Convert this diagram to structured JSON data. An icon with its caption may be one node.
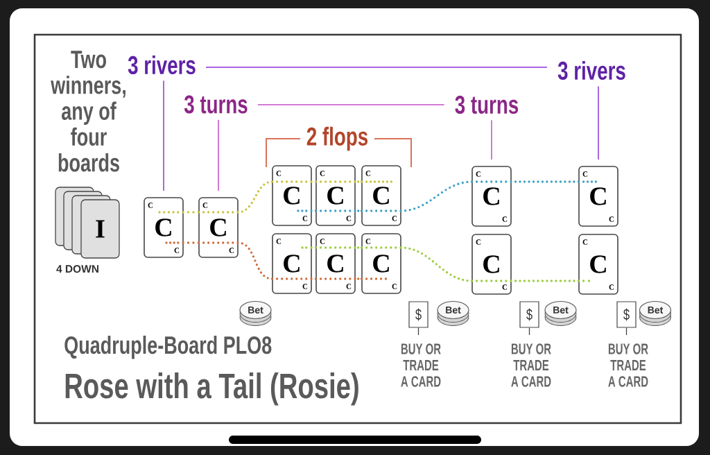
{
  "diagram": {
    "title": "Rose with a Tail (Rosie)",
    "nodes": [
      {
        "text": [
          "3 rivers"
        ]
      },
      {
        "text": [
          "3 rivers"
        ]
      },
      {
        "text": [
          "3 turns"
        ]
      },
      {
        "text": [
          "3 turns"
        ]
      },
      {
        "text": [
          "I"
        ],
        "beside": [
          "4 DOWN"
        ]
      },
      {
        "text": [
          "C",
          "C",
          "C"
        ]
      },
      {
        "text": [
          "C",
          "C",
          "C"
        ]
      },
      {
        "text": [
          "C",
          "C",
          "C"
        ]
      },
      {
        "text": [
          "C",
          "C",
          "C"
        ]
      },
      {
        "text": [
          "C",
          "C",
          "C"
        ]
      },
      {
        "text": [
          "C",
          "C",
          "C"
        ]
      },
      {
        "text": [
          "C",
          "C",
          "C"
        ]
      },
      {
        "text": [
          "C",
          "C",
          "C"
        ]
      },
      {
        "text": [
          "C",
          "C",
          "C"
        ]
      },
      {
        "text": [
          "C",
          "C",
          "C"
        ]
      },
      {
        "text": [
          "C",
          "C",
          "C"
        ]
      },
      {
        "text": [
          "C",
          "C",
          "C"
        ]
      },
      {
        "text": [
          "Bet"
        ]
      },
      {
        "text": [
          "$"
        ]
      },
      {
        "text": [
          "Bet"
        ]
      },
      {
        "text": [
          "$"
        ]
      },
      {
        "text": [
          "Bet"
        ]
      },
      {
        "text": [
          "$"
        ]
      },
      {
        "text": [
          "Bet"
        ]
      },
      {
        "text": [
          "BUY OR TRADE A CARD"
        ]
      },
      {
        "text": [
          "BUY OR TRADE A CARD"
        ]
      },
      {
        "text": [
          "BUY OR TRADE A CARD"
        ]
      }
    ],
    "edges": [
      {
        "from": 0,
        "to": 1,
        "arrow": "none",
        "color": "#a867e0"
      },
      {
        "from": 0,
        "to": 5,
        "arrow": "none",
        "color": "#a867e0"
      },
      {
        "from": 1,
        "to": 15,
        "arrow": "none",
        "color": "#a867e0"
      },
      {
        "from": 2,
        "to": 3,
        "arrow": "none",
        "color": "#d27bd6"
      },
      {
        "from": 2,
        "to": 6,
        "arrow": "none",
        "color": "#d27bd6"
      },
      {
        "from": 3,
        "to": 13,
        "arrow": "none",
        "color": "#d27bd6"
      },
      {
        "from": 5,
        "to": 6,
        "arrow": "none",
        "style": "dashed",
        "color": "#c9c43a"
      },
      {
        "from": 6,
        "to": 7,
        "arrow": "none",
        "style": "dashed",
        "color": "#c9c43a"
      },
      {
        "from": 7,
        "to": 8,
        "arrow": "none",
        "style": "dashed",
        "color": "#c9c43a"
      },
      {
        "from": 8,
        "to": 9,
        "arrow": "none",
        "style": "dashed",
        "color": "#c9c43a"
      },
      {
        "from": 5,
        "to": 6,
        "arrow": "none",
        "style": "dashed",
        "color": "#d26a3a"
      },
      {
        "from": 6,
        "to": 10,
        "arrow": "none",
        "style": "dashed",
        "color": "#d26a3a"
      },
      {
        "from": 10,
        "to": 11,
        "arrow": "none",
        "style": "dashed",
        "color": "#d26a3a"
      },
      {
        "from": 11,
        "to": 12,
        "arrow": "none",
        "style": "dashed",
        "color": "#d26a3a"
      },
      {
        "from": 7,
        "to": 8,
        "arrow": "none",
        "style": "dashed",
        "color": "#3c9fc4"
      },
      {
        "from": 8,
        "to": 9,
        "arrow": "none",
        "style": "dashed",
        "color": "#3c9fc4"
      },
      {
        "from": 9,
        "to": 13,
        "arrow": "none",
        "style": "dashed",
        "color": "#3c9fc4"
      },
      {
        "from": 13,
        "to": 15,
        "arrow": "none",
        "style": "dashed",
        "color": "#3c9fc4"
      },
      {
        "from": 10,
        "to": 11,
        "arrow": "none",
        "style": "dashed",
        "color": "#9ccc3c"
      },
      {
        "from": 11,
        "to": 12,
        "arrow": "none",
        "style": "dashed",
        "color": "#9ccc3c"
      },
      {
        "from": 12,
        "to": 14,
        "arrow": "none",
        "style": "dashed",
        "color": "#9ccc3c"
      },
      {
        "from": 14,
        "to": 16,
        "arrow": "none",
        "style": "dashed",
        "color": "#9ccc3c"
      },
      {
        "from": 18,
        "to": 24,
        "arrow": "none",
        "color": "#444444"
      },
      {
        "from": 20,
        "to": 25,
        "arrow": "none",
        "color": "#444444"
      },
      {
        "from": 22,
        "to": 26,
        "arrow": "none",
        "color": "#444444"
      }
    ],
    "labels": [
      "Two winners, any of four boards",
      "2 flops",
      "Quadruple-Board PLO8"
    ]
  }
}
